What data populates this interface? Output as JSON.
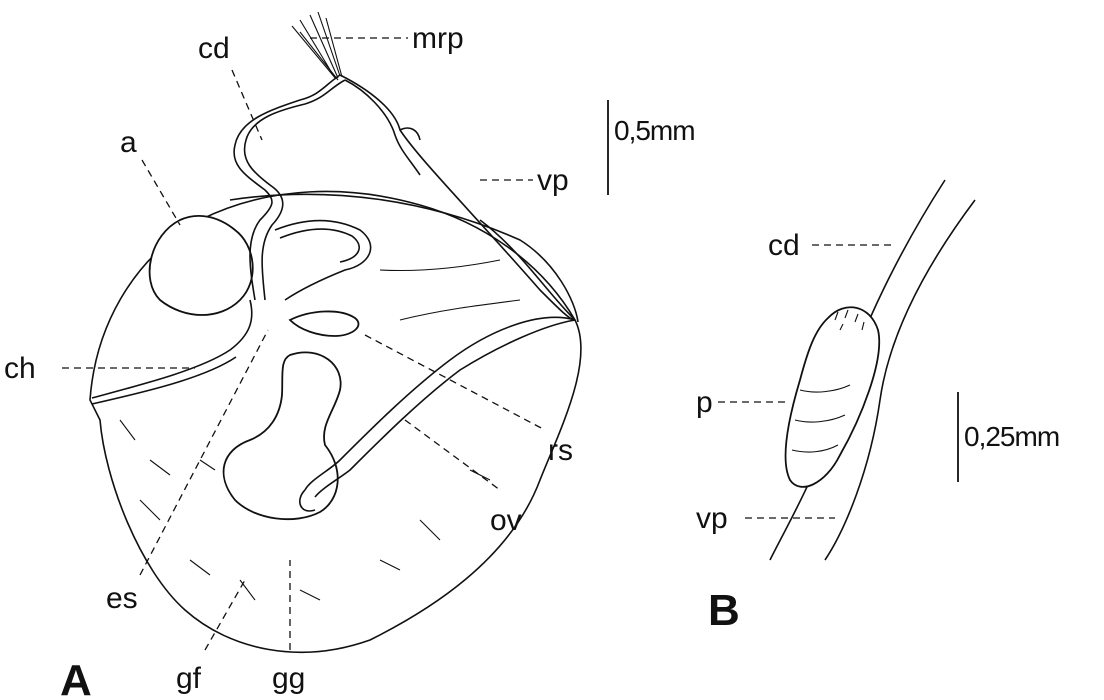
{
  "panel_a": {
    "panel_label": "A",
    "scale_bar": "0,5mm",
    "labels": {
      "mrp": "mrp",
      "cd": "cd",
      "a": "a",
      "vp": "vp",
      "ch": "ch",
      "rs": "rs",
      "ov": "ov",
      "es": "es",
      "gf": "gf",
      "gg": "gg"
    }
  },
  "panel_b": {
    "panel_label": "B",
    "scale_bar": "0,25mm",
    "labels": {
      "cd": "cd",
      "p": "p",
      "vp": "vp"
    }
  }
}
